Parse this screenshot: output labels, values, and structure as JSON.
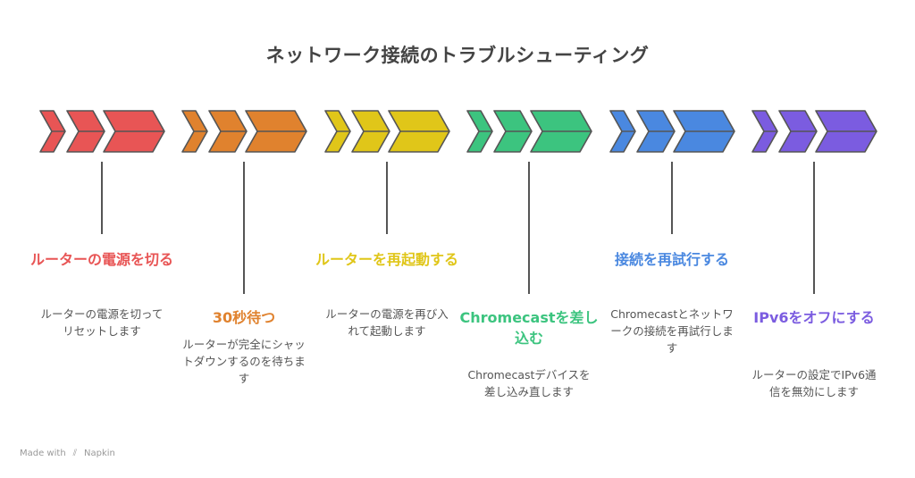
{
  "title": "ネットワーク接続のトラブルシューティング",
  "steps": [
    {
      "title": "ルーターの電源を切る",
      "description": "ルーターの電源を切ってリセットします",
      "color": "#E85555"
    },
    {
      "title": "30秒待つ",
      "description": "ルーターが完全にシャットダウンするのを待ちます",
      "color": "#E0822E"
    },
    {
      "title": "ルーターを再起動する",
      "description": "ルーターの電源を再び入れて起動します",
      "color": "#E0C619"
    },
    {
      "title": "Chromecastを差し込む",
      "description": "Chromecastデバイスを差し込み直します",
      "color": "#3CC47F"
    },
    {
      "title": "接続を再試行する",
      "description": "Chromecastとネットワークの接続を再試行します",
      "color": "#4A88E0"
    },
    {
      "title": "IPv6をオフにする",
      "description": "ルーターの設定でIPv6通信を無効にします",
      "color": "#7B5CE0"
    }
  ],
  "footer": {
    "made_with": "Made with",
    "brand": "Napkin",
    "icon": "napkin-logo-icon"
  }
}
